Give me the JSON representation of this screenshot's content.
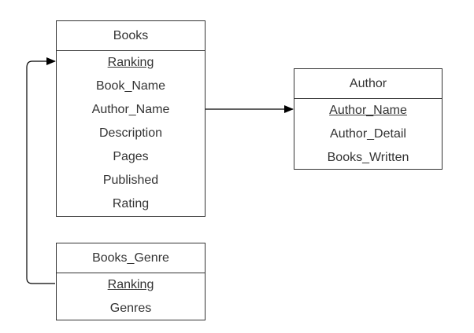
{
  "diagram": {
    "entities": {
      "books": {
        "title": "Books",
        "fields": [
          {
            "name": "Ranking",
            "key": true
          },
          {
            "name": "Book_Name",
            "key": false
          },
          {
            "name": "Author_Name",
            "key": false
          },
          {
            "name": "Description",
            "key": false
          },
          {
            "name": "Pages",
            "key": false
          },
          {
            "name": "Published",
            "key": false
          },
          {
            "name": "Rating",
            "key": false
          }
        ]
      },
      "author": {
        "title": "Author",
        "fields": [
          {
            "name": "Author_Name",
            "key": true
          },
          {
            "name": "Author_Detail",
            "key": false
          },
          {
            "name": "Books_Written",
            "key": false
          }
        ]
      },
      "books_genre": {
        "title": "Books_Genre",
        "fields": [
          {
            "name": "Ranking",
            "key": true
          },
          {
            "name": "Genres",
            "key": false
          }
        ]
      }
    },
    "relationships": [
      {
        "from": "books.Author_Name",
        "to": "author.Author_Name"
      },
      {
        "from": "books_genre.Ranking",
        "to": "books.Ranking"
      }
    ],
    "colors": {
      "line": "#000000",
      "border": "#333333",
      "text": "#333333"
    }
  }
}
